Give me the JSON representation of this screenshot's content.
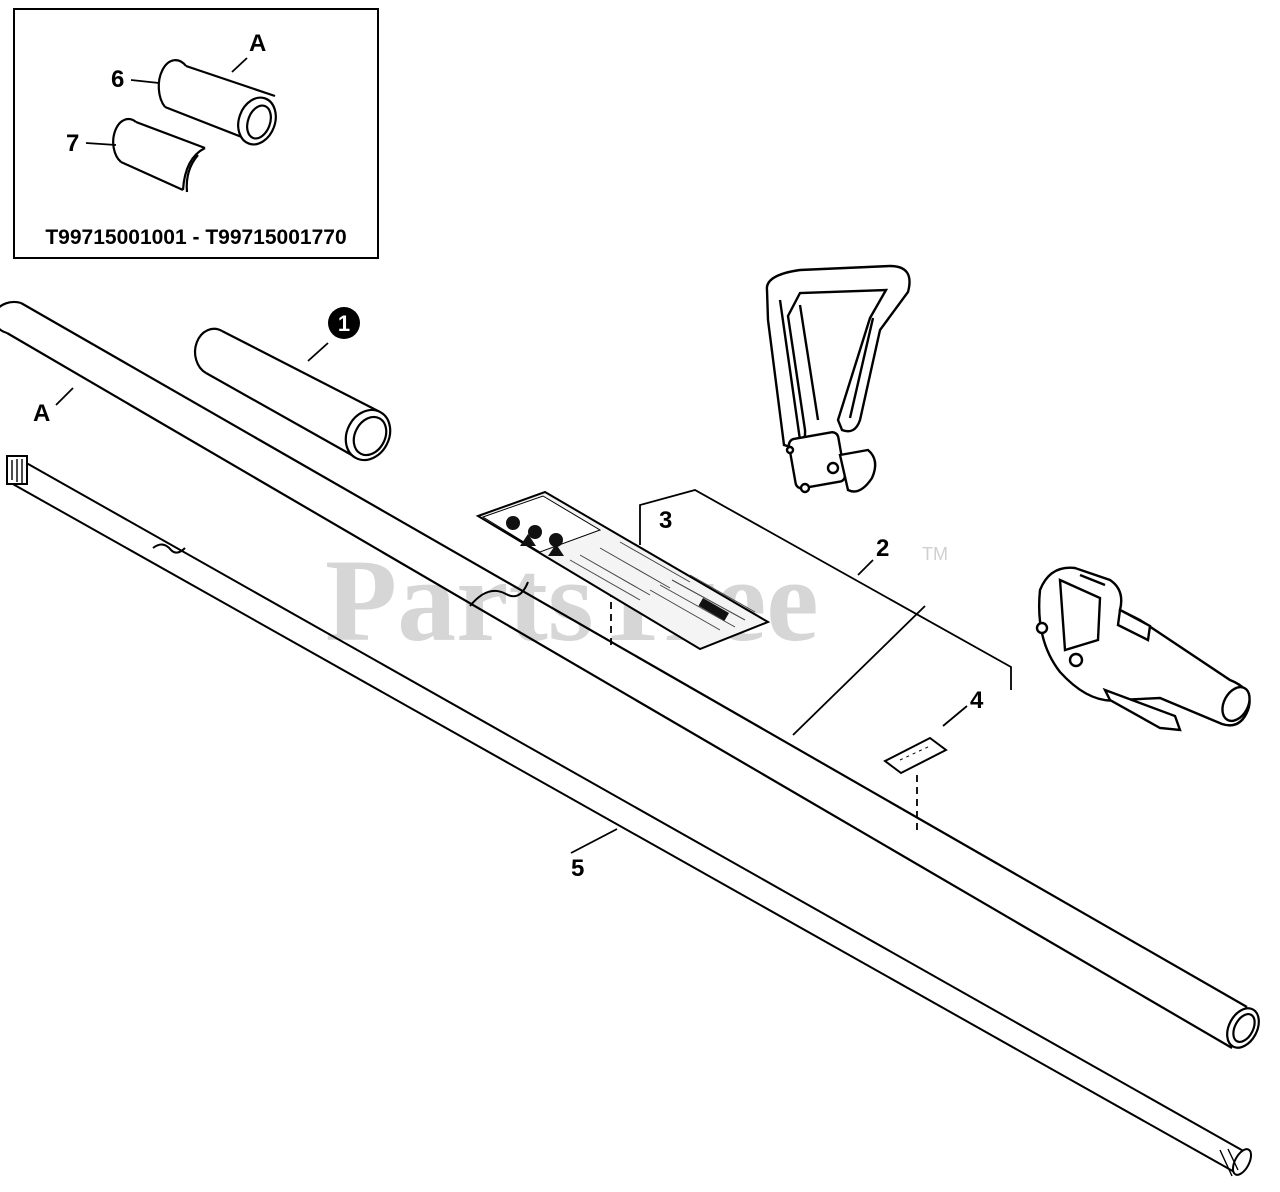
{
  "watermark": {
    "text": "PartsTree",
    "trademark": "TM"
  },
  "inset": {
    "serial_range": "T99715001001 - T99715001770",
    "ref_letter": "A",
    "labels": {
      "sleeve": "6",
      "liner": "7"
    }
  },
  "main": {
    "ref_letter": "A",
    "labels": {
      "outer_tube_sleeve": "1",
      "outer_tube": "2",
      "warning_label": "3",
      "shaft_label": "4",
      "drive_shaft": "5"
    }
  },
  "colors": {
    "line": "#000000",
    "watermark": "#cfcfcf",
    "background": "#ffffff"
  }
}
